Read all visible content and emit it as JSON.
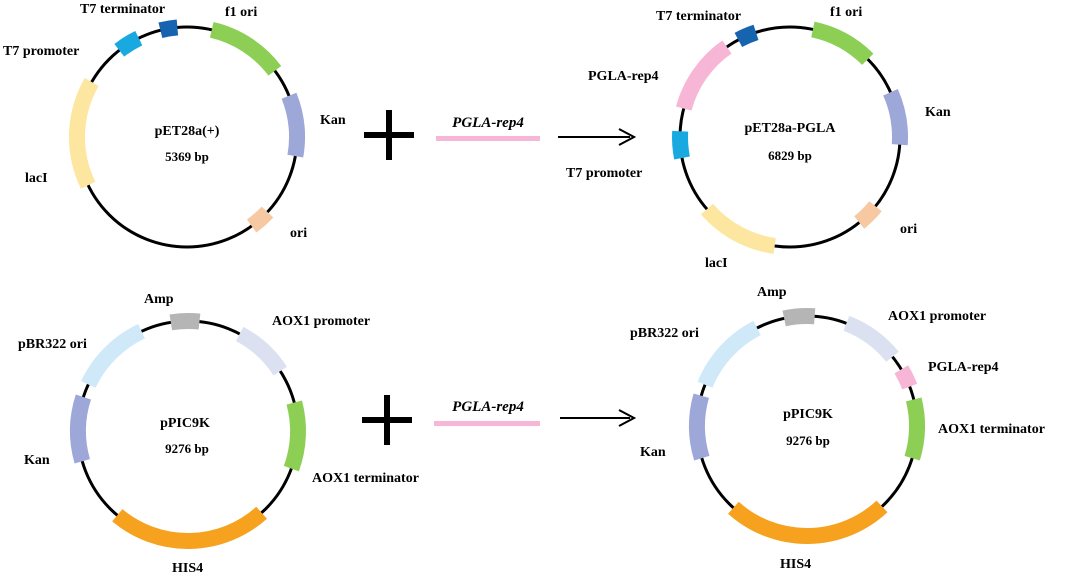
{
  "colors": {
    "f1_ori": "#8dcf55",
    "kan": "#9ea8d8",
    "ori": "#f6c9a3",
    "laci": "#fde6a0",
    "t7_promoter": "#19a9e1",
    "t7_terminator": "#1664b0",
    "pgla": "#f7b6d6",
    "amp": "#b5b5b5",
    "aox1_promoter": "#dbe1f1",
    "pbr322": "#cfe9f8",
    "his4": "#f6a21e",
    "aox1_terminator": "#8dcf55"
  },
  "insert_label": "PGLA-rep4",
  "plasmids": {
    "pet28a": {
      "name": "pET28a(+)",
      "size": "5369 bp",
      "features": {
        "t7_terminator": "T7 terminator",
        "f1_ori": "f1 ori",
        "t7_promoter": "T7 promoter",
        "kan": "Kan",
        "laci": "lacI",
        "ori": "ori"
      }
    },
    "pet28a_pgla": {
      "name": "pET28a-PGLA",
      "size": "6829 bp",
      "features": {
        "t7_terminator": "T7 terminator",
        "f1_ori": "f1 ori",
        "pgla": "PGLA-rep4",
        "kan": "Kan",
        "t7_promoter": "T7 promoter",
        "ori": "ori",
        "laci": "lacI"
      }
    },
    "ppic9k": {
      "name": "pPIC9K",
      "size": "9276 bp",
      "features": {
        "amp": "Amp",
        "aox1_promoter": "AOX1 promoter",
        "pbr322": "pBR322 ori",
        "kan": "Kan",
        "aox1_terminator": "AOX1 terminator",
        "his4": "HIS4"
      }
    },
    "ppic9k_pgla": {
      "name": "pPIC9K",
      "size": "9276 bp",
      "features": {
        "amp": "Amp",
        "pbr322": "pBR322 ori",
        "aox1_promoter": "AOX1 promoter",
        "pgla": "PGLA-rep4",
        "aox1_terminator": "AOX1 terminator",
        "kan": "Kan",
        "his4": "HIS4"
      }
    }
  }
}
